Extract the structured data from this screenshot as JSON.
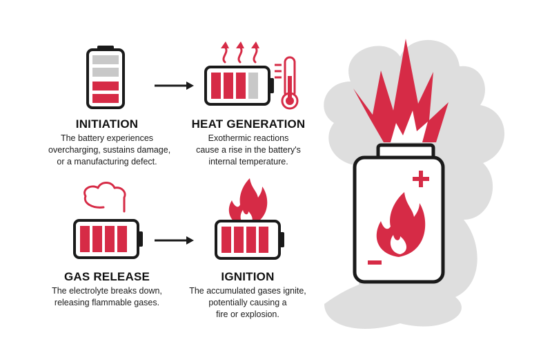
{
  "colors": {
    "accent": "#d62b46",
    "outline": "#1a1a1a",
    "muted": "#c8c8c8",
    "cloud": "#dedede",
    "background": "#ffffff"
  },
  "steps": [
    {
      "title": "INITIATION",
      "lines": [
        "The battery experiences",
        "overcharging, sustains damage,",
        "or a manufacturing defect."
      ],
      "icon": "battery-partial-icon"
    },
    {
      "title": "HEAT GENERATION",
      "lines": [
        "Exothermic reactions",
        "cause a rise in the battery's",
        "internal temperature."
      ],
      "icon": "battery-heat-icon"
    },
    {
      "title": "GAS RELEASE",
      "lines": [
        "The electrolyte breaks down,",
        "releasing flammable gases."
      ],
      "icon": "battery-gas-icon"
    },
    {
      "title": "IGNITION",
      "lines": [
        "The accumulated gases ignite,",
        "potentially causing a",
        "fire or explosion."
      ],
      "icon": "battery-fire-icon"
    }
  ],
  "hero": {
    "icon": "battery-explosion-icon"
  }
}
